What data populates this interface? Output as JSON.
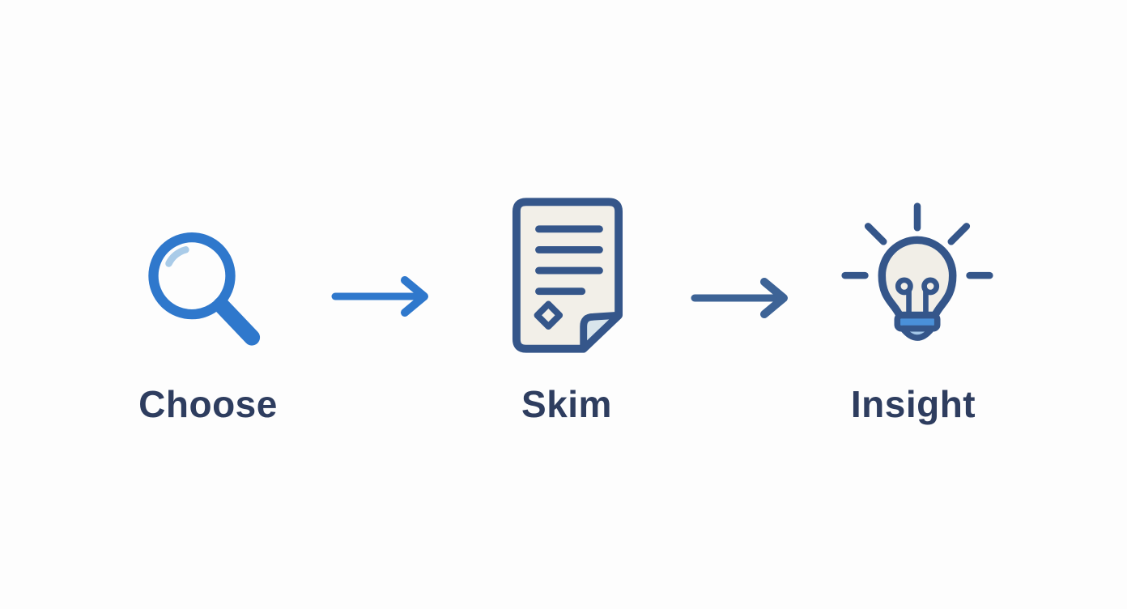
{
  "diagram": {
    "steps": [
      {
        "label": "Choose",
        "icon": "magnifier-icon"
      },
      {
        "label": "Skim",
        "icon": "document-icon"
      },
      {
        "label": "Insight",
        "icon": "lightbulb-icon"
      }
    ],
    "connectors": [
      {
        "icon": "arrow-right-icon"
      },
      {
        "icon": "arrow-right-icon"
      }
    ]
  },
  "colors": {
    "background": "#fdfdfd",
    "label-text": "#2e3d5f",
    "icon-outline": "#35568a",
    "accent-bright": "#2f78cc",
    "accent-steel": "#3d6396",
    "glass-highlight": "#a9cbe8",
    "paper-fill": "#f2efe8",
    "fold-fill": "#d9e5ec",
    "bulb-fill": "#f1eee7",
    "bulb-band": "#4a90d9",
    "bulb-cap": "#a3c6e8"
  }
}
